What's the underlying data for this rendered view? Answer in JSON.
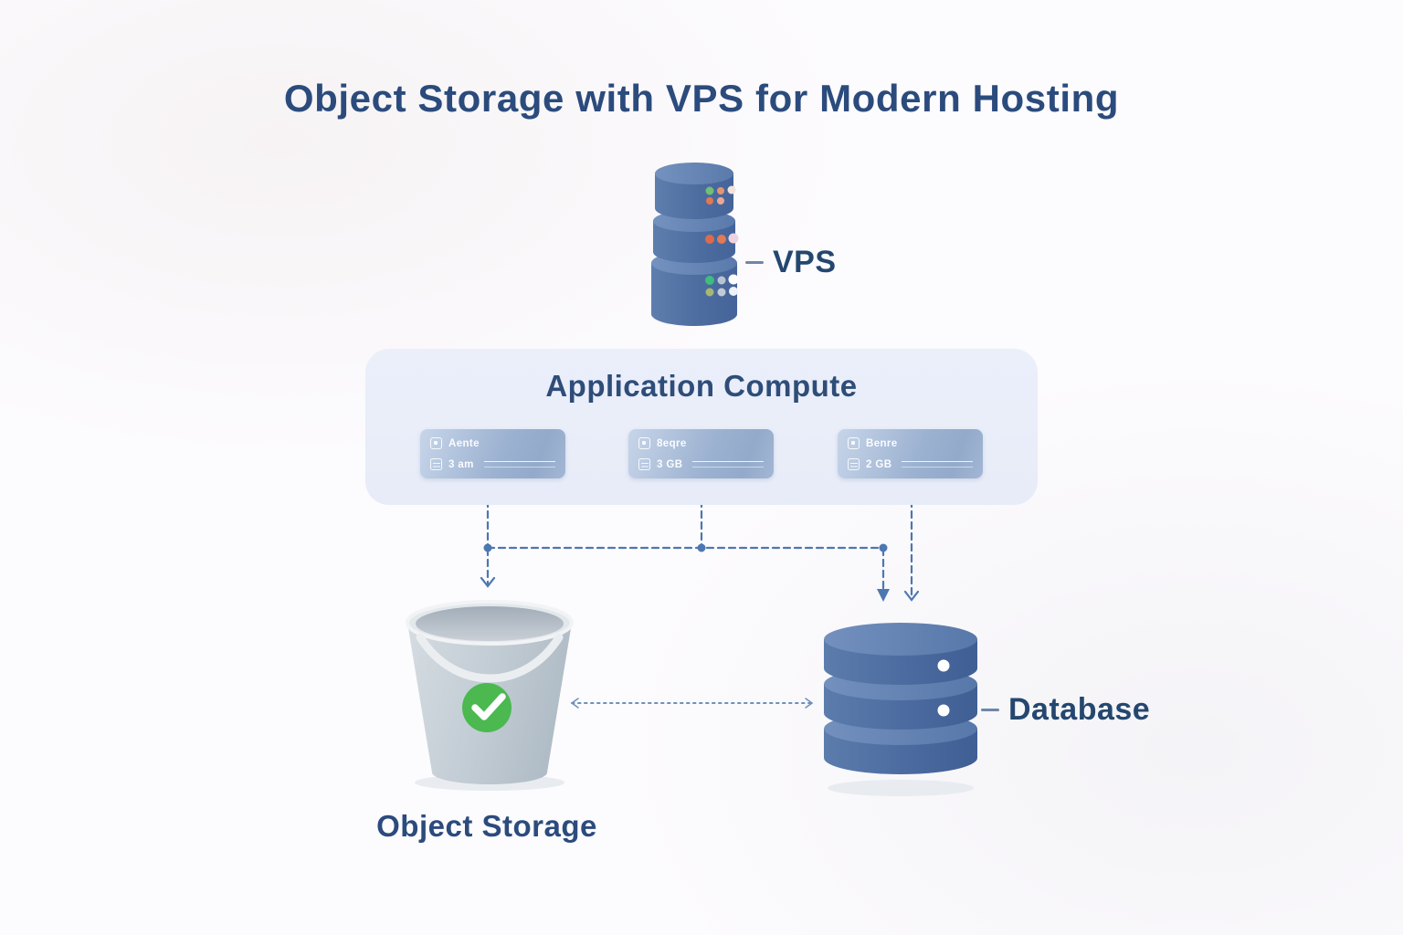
{
  "title": "Object Storage with VPS for Modern Hosting",
  "vps": {
    "label": "VPS"
  },
  "compute": {
    "title": "Application Compute",
    "cards": [
      {
        "line1": "Aente",
        "line2": "3 am"
      },
      {
        "line1": "8eqre",
        "line2": "3 GB"
      },
      {
        "line1": "Benre",
        "line2": "2 GB"
      }
    ]
  },
  "storage": {
    "label": "Object Storage"
  },
  "database": {
    "label": "Database"
  },
  "colors": {
    "title_navy": "#2b4b7d",
    "label_navy": "#24476f",
    "server_blue": "#4d6da0",
    "panel_lavender": "#e9edf8",
    "card_steel": "#9db3d2",
    "connector_blue": "#4d77b0",
    "check_green": "#4cb850",
    "bucket_gray": "#c3cdd5"
  }
}
